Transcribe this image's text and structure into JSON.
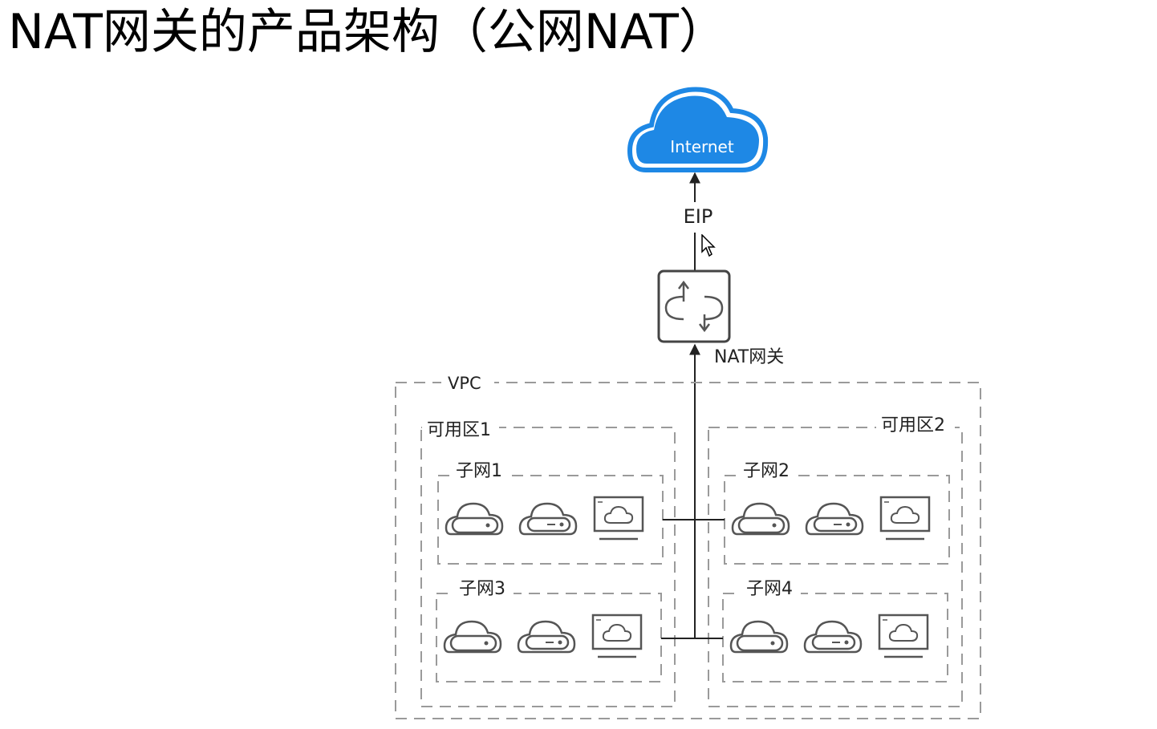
{
  "title": "NAT网关的产品架构（公网NAT）",
  "diagram": {
    "internet_label": "Internet",
    "eip_label": "EIP",
    "nat_label": "NAT网关",
    "vpc_label": "VPC",
    "az1_label": "可用区1",
    "az2_label": "可用区2",
    "subnets": [
      {
        "label": "子网1"
      },
      {
        "label": "子网2"
      },
      {
        "label": "子网3"
      },
      {
        "label": "子网4"
      }
    ]
  },
  "colors": {
    "cloud": "#1e88e5",
    "line": "#333333",
    "dashed": "#9a9a9a",
    "icon": "#555555"
  }
}
